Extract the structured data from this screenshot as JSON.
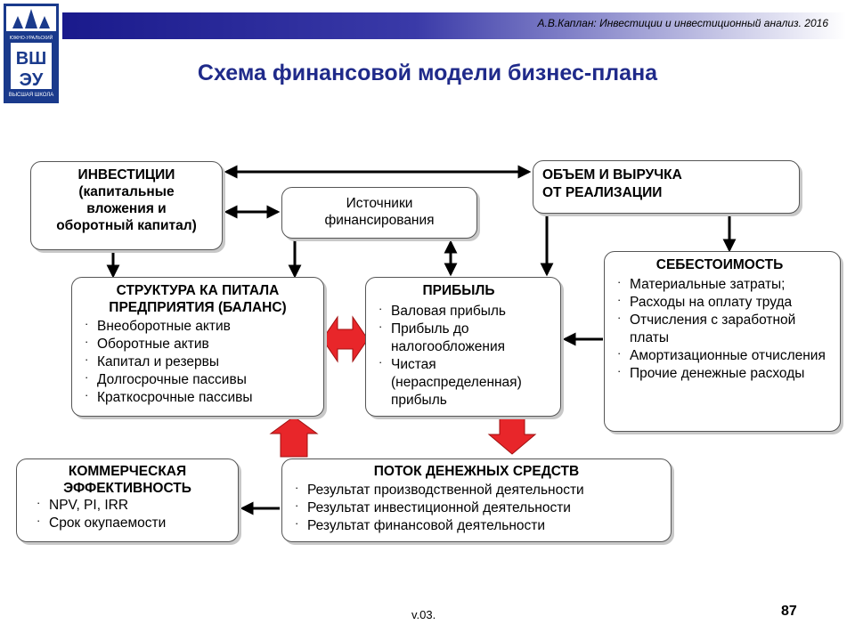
{
  "header": {
    "author_line": "А.В.Каплан: Инвестиции и инвестиционный анализ. 2016"
  },
  "logo": {
    "top_text": "ЮЖНО-УРАЛЬСКИЙ",
    "letters": "ВШЭУ",
    "bottom_text": "ВЫСШАЯ ШКОЛА"
  },
  "title": "Схема финансовой модели бизнес-плана",
  "boxes": {
    "investments": {
      "lines": [
        "ИНВЕСТИЦИИ",
        "(капитальные",
        "вложения и",
        "оборотный капитал)"
      ]
    },
    "sources": {
      "lines": [
        "Источники",
        "финансирования"
      ]
    },
    "revenue": {
      "lines": [
        "ОБЪЕМ И ВЫРУЧКА",
        "ОТ РЕАЛИЗАЦИИ"
      ]
    },
    "structure": {
      "title_lines": [
        "СТРУКТУРА КА ПИТАЛА",
        "ПРЕДПРИЯТИЯ  (БАЛАНС)"
      ],
      "items": [
        "Внеоборотные   актив",
        "Оборотные  актив",
        "Капитал и резервы",
        "Долгосрочные  пассивы",
        "Краткосрочные  пассивы"
      ]
    },
    "profit": {
      "title": "ПРИБЫЛЬ",
      "items": [
        "Валовая прибыль",
        "Прибыль до налогообложения",
        "Чистая (нераспределенная) прибыль"
      ]
    },
    "cost": {
      "title": "СЕБЕСТОИМОСТЬ",
      "items": [
        "Материальные затраты;",
        "Расходы на оплату труда",
        "Отчисления с заработной платы",
        "Амортизационные отчисления",
        "Прочие денежные расходы"
      ]
    },
    "efficiency": {
      "title_lines": [
        "КОММЕРЧЕСКАЯ",
        "ЭФФЕКТИВНОСТЬ"
      ],
      "items": [
        "NPV, PI, IRR",
        "Срок окупаемости"
      ]
    },
    "cashflow": {
      "title": "ПОТОК ДЕНЕЖНЫХ СРЕДСТВ",
      "items": [
        "Результат производственной деятельности",
        "Результат инвестиционной деятельности",
        "Результат финансовой деятельности"
      ]
    }
  },
  "footer": {
    "version": "v.03.",
    "page": "87"
  },
  "colors": {
    "title": "#1f2a8a",
    "block_arrow": "#e8262a",
    "header_dark": "#1a1a8c"
  }
}
